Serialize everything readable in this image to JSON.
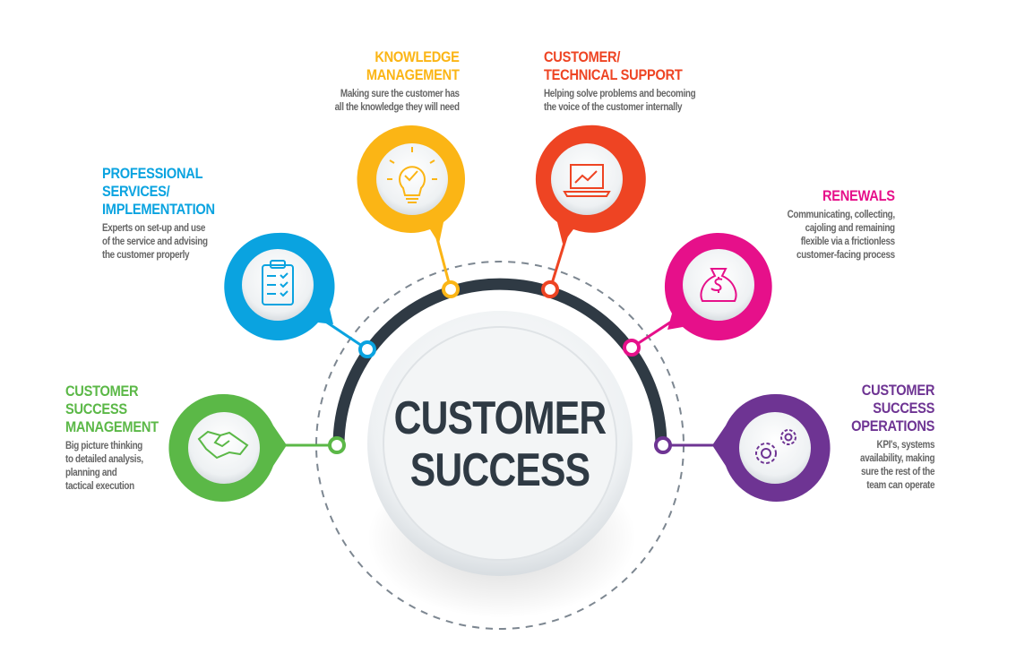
{
  "center": {
    "line1": "CUSTOMER",
    "line2": "SUCCESS"
  },
  "colors": {
    "green": "#5bb847",
    "blue": "#0aa3e0",
    "yellow": "#fbb515",
    "orange": "#ee4423",
    "pink": "#e6108a",
    "purple": "#6e3493",
    "dark": "#2f3a44"
  },
  "segments": {
    "csm": {
      "title": [
        "CUSTOMER",
        "SUCCESS",
        "MANAGEMENT"
      ],
      "desc": [
        "Big picture thinking",
        "to detailed analysis,",
        "planning and",
        "tactical execution"
      ],
      "icon": "handshake-icon"
    },
    "ps": {
      "title": [
        "PROFESSIONAL",
        "SERVICES/",
        "IMPLEMENTATION"
      ],
      "desc": [
        "Experts on set-up and use",
        "of the service and advising",
        "the customer properly"
      ],
      "icon": "clipboard-checklist-icon"
    },
    "km": {
      "title": [
        "KNOWLEDGE",
        "MANAGEMENT"
      ],
      "desc": [
        "Making sure the customer has",
        "all the knowledge they will need"
      ],
      "icon": "lightbulb-icon"
    },
    "cts": {
      "title": [
        "CUSTOMER/",
        "TECHNICAL SUPPORT"
      ],
      "desc": [
        "Helping solve problems and becoming",
        "the voice of the customer internally"
      ],
      "icon": "laptop-chart-icon"
    },
    "ren": {
      "title": [
        "RENEWALS"
      ],
      "desc": [
        "Communicating, collecting,",
        "cajoling and remaining",
        "flexible via a frictionless",
        "customer-facing process"
      ],
      "icon": "money-bag-icon"
    },
    "cso": {
      "title": [
        "CUSTOMER",
        "SUCCESS",
        "OPERATIONS"
      ],
      "desc": [
        "KPI's, systems",
        "availability, making",
        "sure the rest of the",
        "team can operate"
      ],
      "icon": "gears-icon"
    }
  }
}
